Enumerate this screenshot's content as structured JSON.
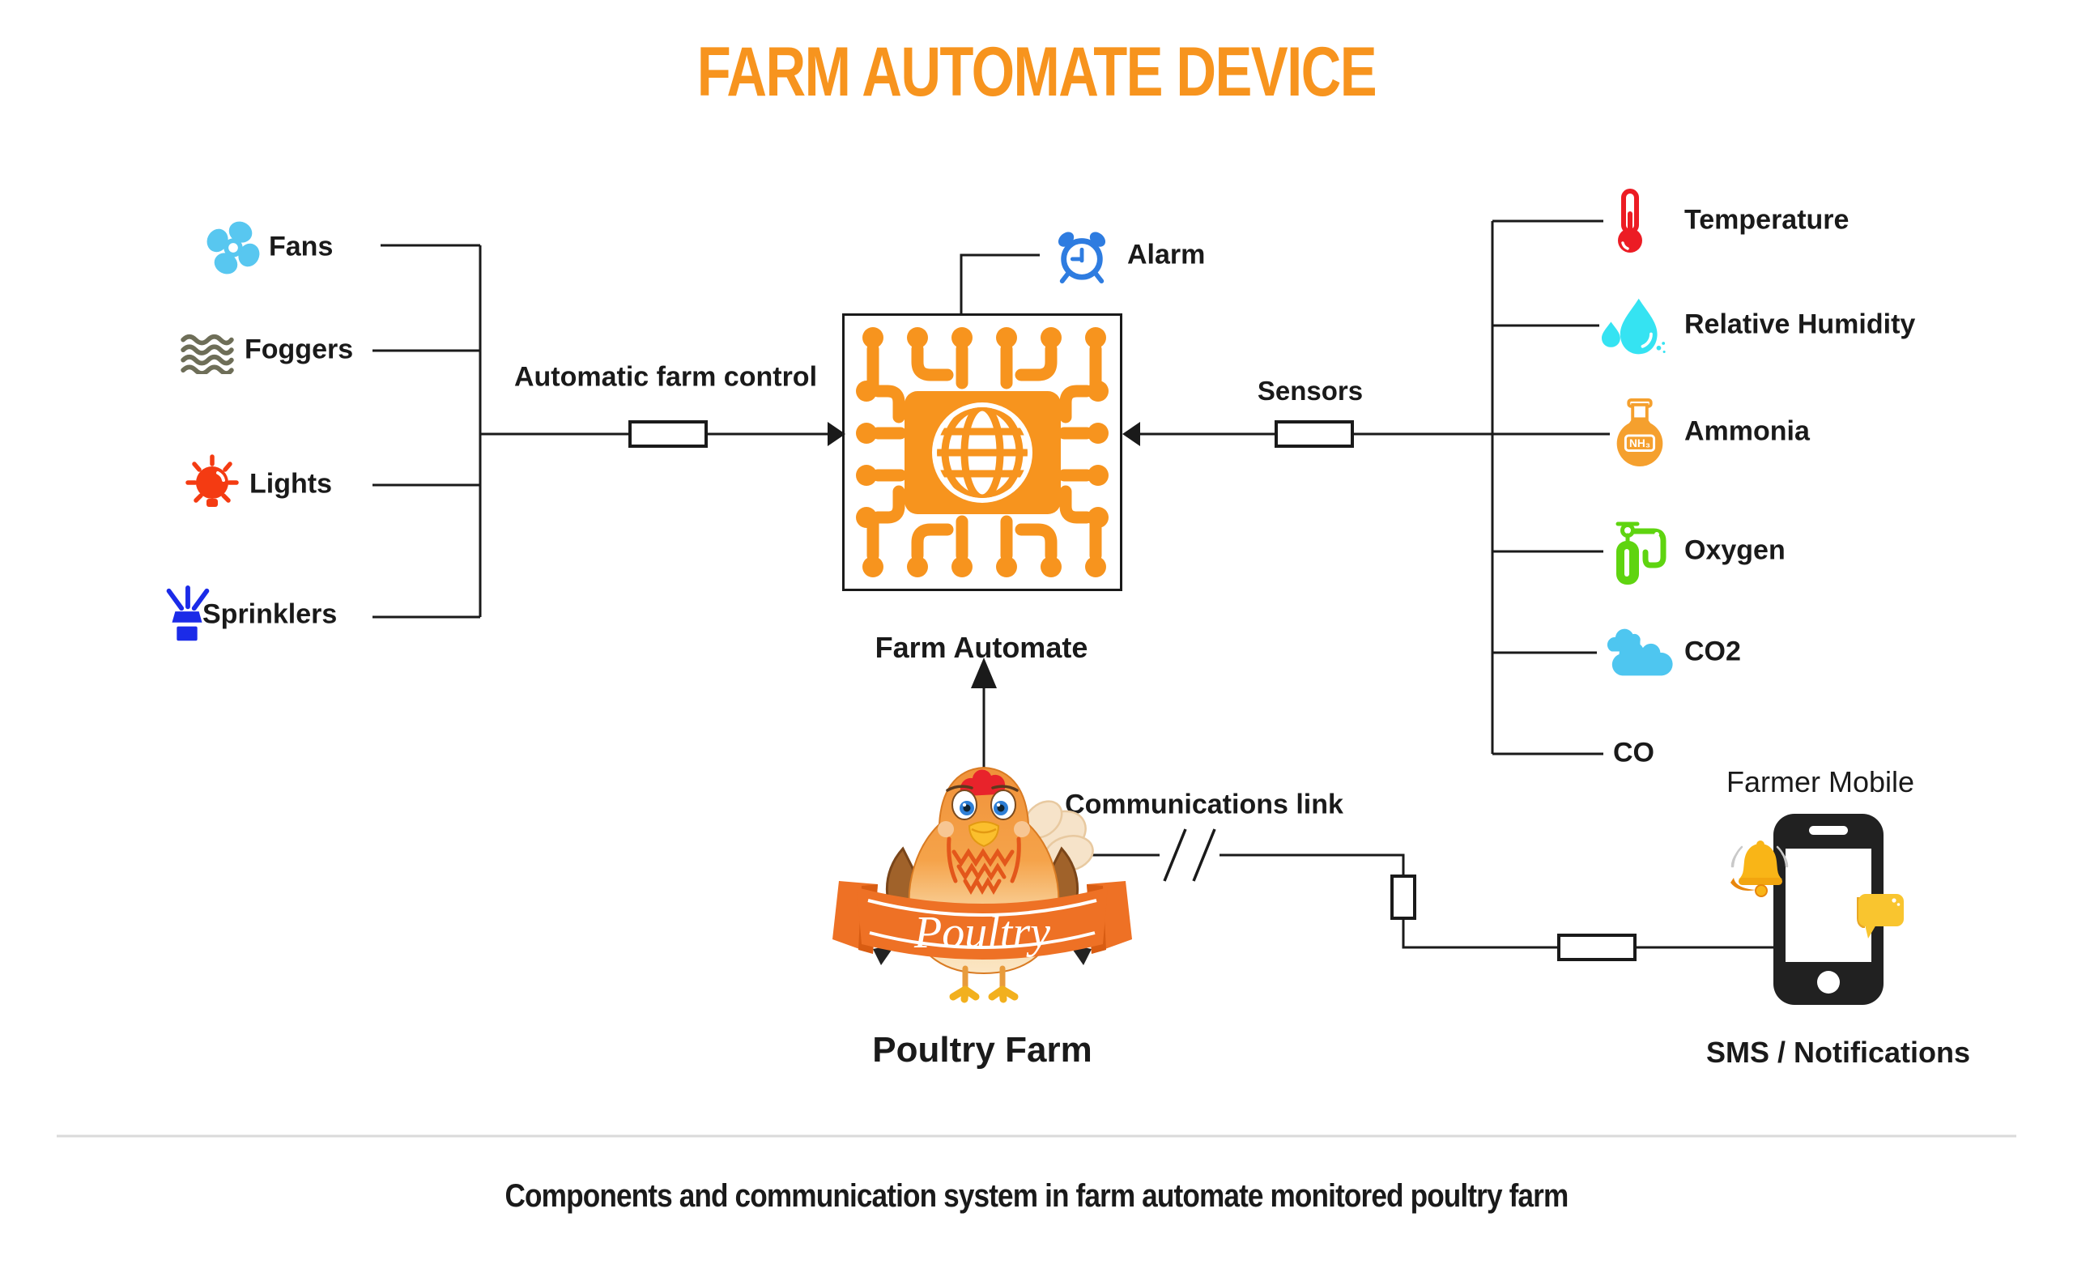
{
  "title": "FARM AUTOMATE DEVICE",
  "caption": "Components and communication system in farm automate monitored poultry farm",
  "colors": {
    "accent_orange": "#F7941E",
    "line_black": "#1A1A1A",
    "fan_blue": "#58C7F0",
    "fogger_gray": "#6E6E58",
    "light_red": "#F43B12",
    "sprinkler_blue": "#1B2BE8",
    "alarm_blue": "#2E7CE0",
    "thermometer_red": "#EC1C24",
    "humidity_cyan": "#35E3F2",
    "ammonia_orange": "#F5A02E",
    "oxygen_green": "#5FD410",
    "co2_cyan": "#4EC6F0",
    "banner_orange": "#EE7125",
    "notification_gold": "#F9B517"
  },
  "actuators": {
    "control_label": "Automatic farm control",
    "items": [
      {
        "label": "Fans",
        "icon": "fan-icon"
      },
      {
        "label": "Foggers",
        "icon": "fog-waves-icon"
      },
      {
        "label": "Lights",
        "icon": "light-bulb-icon"
      },
      {
        "label": "Sprinklers",
        "icon": "sprinkler-icon"
      }
    ]
  },
  "hub": {
    "label": "Farm Automate",
    "icon": "circuit-chip-globe-icon",
    "alarm_label": "Alarm",
    "alarm_icon": "alarm-clock-icon"
  },
  "sensors": {
    "link_label": "Sensors",
    "items": [
      {
        "label": "Temperature",
        "icon": "thermometer-icon"
      },
      {
        "label": "Relative Humidity",
        "icon": "water-drop-icon"
      },
      {
        "label": "Ammonia",
        "icon": "flask-icon",
        "badge": "NH₃"
      },
      {
        "label": "Oxygen",
        "icon": "oxygen-tank-icon"
      },
      {
        "label": "CO2",
        "icon": "cloud-icon"
      },
      {
        "label": "CO",
        "icon": "none"
      }
    ]
  },
  "farm": {
    "banner": "Poultry",
    "label": "Poultry Farm",
    "icon": "chicken-mascot"
  },
  "comms": {
    "label": "Communications link"
  },
  "mobile": {
    "title": "Farmer Mobile",
    "label": "SMS / Notifications",
    "icons": [
      "bell-icon",
      "sms-bubble-icon",
      "smartphone-icon"
    ]
  }
}
